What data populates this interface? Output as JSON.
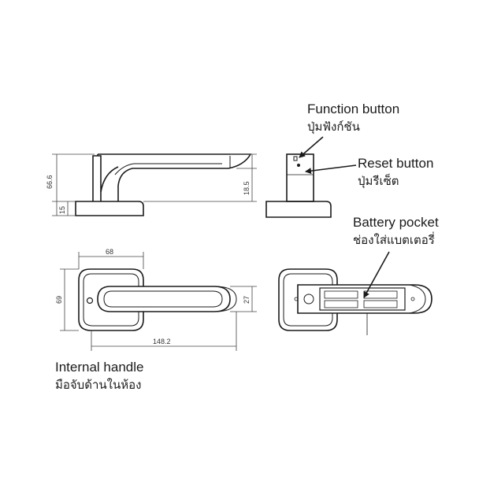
{
  "callouts": {
    "function_button": {
      "en": "Function button",
      "th": "ปุ่มฟังก์ชัน"
    },
    "reset_button": {
      "en": "Reset button",
      "th": "ปุ่มรีเซ็ต"
    },
    "battery_pocket": {
      "en": "Battery pocket",
      "th": "ช่องใส่แบตเตอรี่"
    },
    "internal_handle": {
      "en": "Internal handle",
      "th": "มือจับด้านในห้อง"
    }
  },
  "dimensions": {
    "side_total_height": "66.6",
    "side_base_height": "15",
    "lever_drop": "18.5",
    "rose_width": "68",
    "rose_height": "69",
    "lever_width": "27",
    "total_length": "148.2"
  },
  "colors": {
    "line": "#1a1a1a",
    "dim": "#444444"
  }
}
